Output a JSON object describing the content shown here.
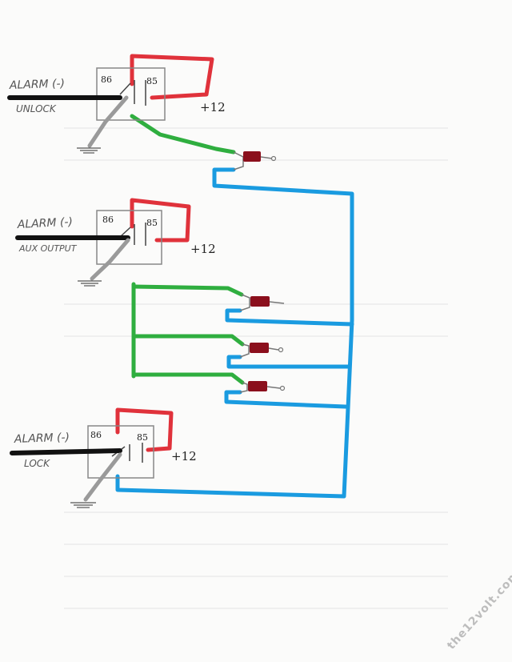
{
  "relays": [
    {
      "id": "unlock",
      "label_top": "ALARM (-)",
      "label_bottom": "UNLOCK",
      "pin_left": "86",
      "pin_right": "85",
      "supply": "+12"
    },
    {
      "id": "aux",
      "label_top": "ALARM (-)",
      "label_bottom": "AUX OUTPUT",
      "pin_left": "86",
      "pin_right": "85",
      "supply": "+12"
    },
    {
      "id": "lock",
      "label_top": "ALARM (-)",
      "label_bottom": "LOCK",
      "pin_left": "86",
      "pin_right": "85",
      "supply": "+12"
    }
  ],
  "colors": {
    "power_loop": "#e0323b",
    "trigger_wire": "#111111",
    "ground_wire": "#9a9a9a",
    "green_wire": "#2fae3f",
    "blue_wire": "#1a9be0",
    "actuator": "#8b0f1c",
    "relay_box": "#888888"
  },
  "watermark": "the12volt.com"
}
